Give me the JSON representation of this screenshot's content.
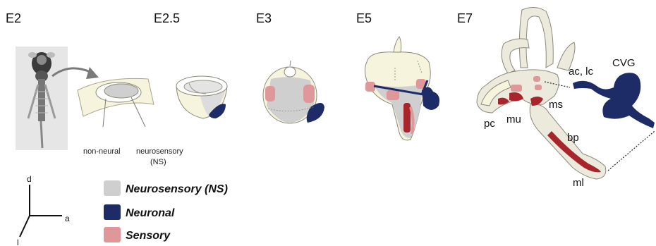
{
  "stages": [
    "E2",
    "E2.5",
    "E3",
    "E5",
    "E7"
  ],
  "e2_labels": {
    "non_neural": "non-neural",
    "neurosensory_line1": "neurosensory",
    "neurosensory_line2": "(NS)"
  },
  "e7_labels": {
    "ac_lc": "ac, lc",
    "cvg": "CVG",
    "ms": "ms",
    "pc": "pc",
    "mu": "mu",
    "bp": "bp",
    "ml": "ml"
  },
  "axes": {
    "dorsal": "d",
    "anterior": "a",
    "lateral": "l"
  },
  "legend": [
    {
      "label": "Neurosensory (NS)",
      "color": "#cfcfcf"
    },
    {
      "label": "Neuronal",
      "color": "#1d2b66"
    },
    {
      "label": "Sensory",
      "color": "#e0979a"
    }
  ],
  "colors": {
    "tissue": "#f6f4dd",
    "neurosensory": "#cfcfcf",
    "neuronal": "#1d2b66",
    "sensory": "#e0979a",
    "sensory_dark": "#a8252b",
    "outline": "#8a8a7a"
  }
}
